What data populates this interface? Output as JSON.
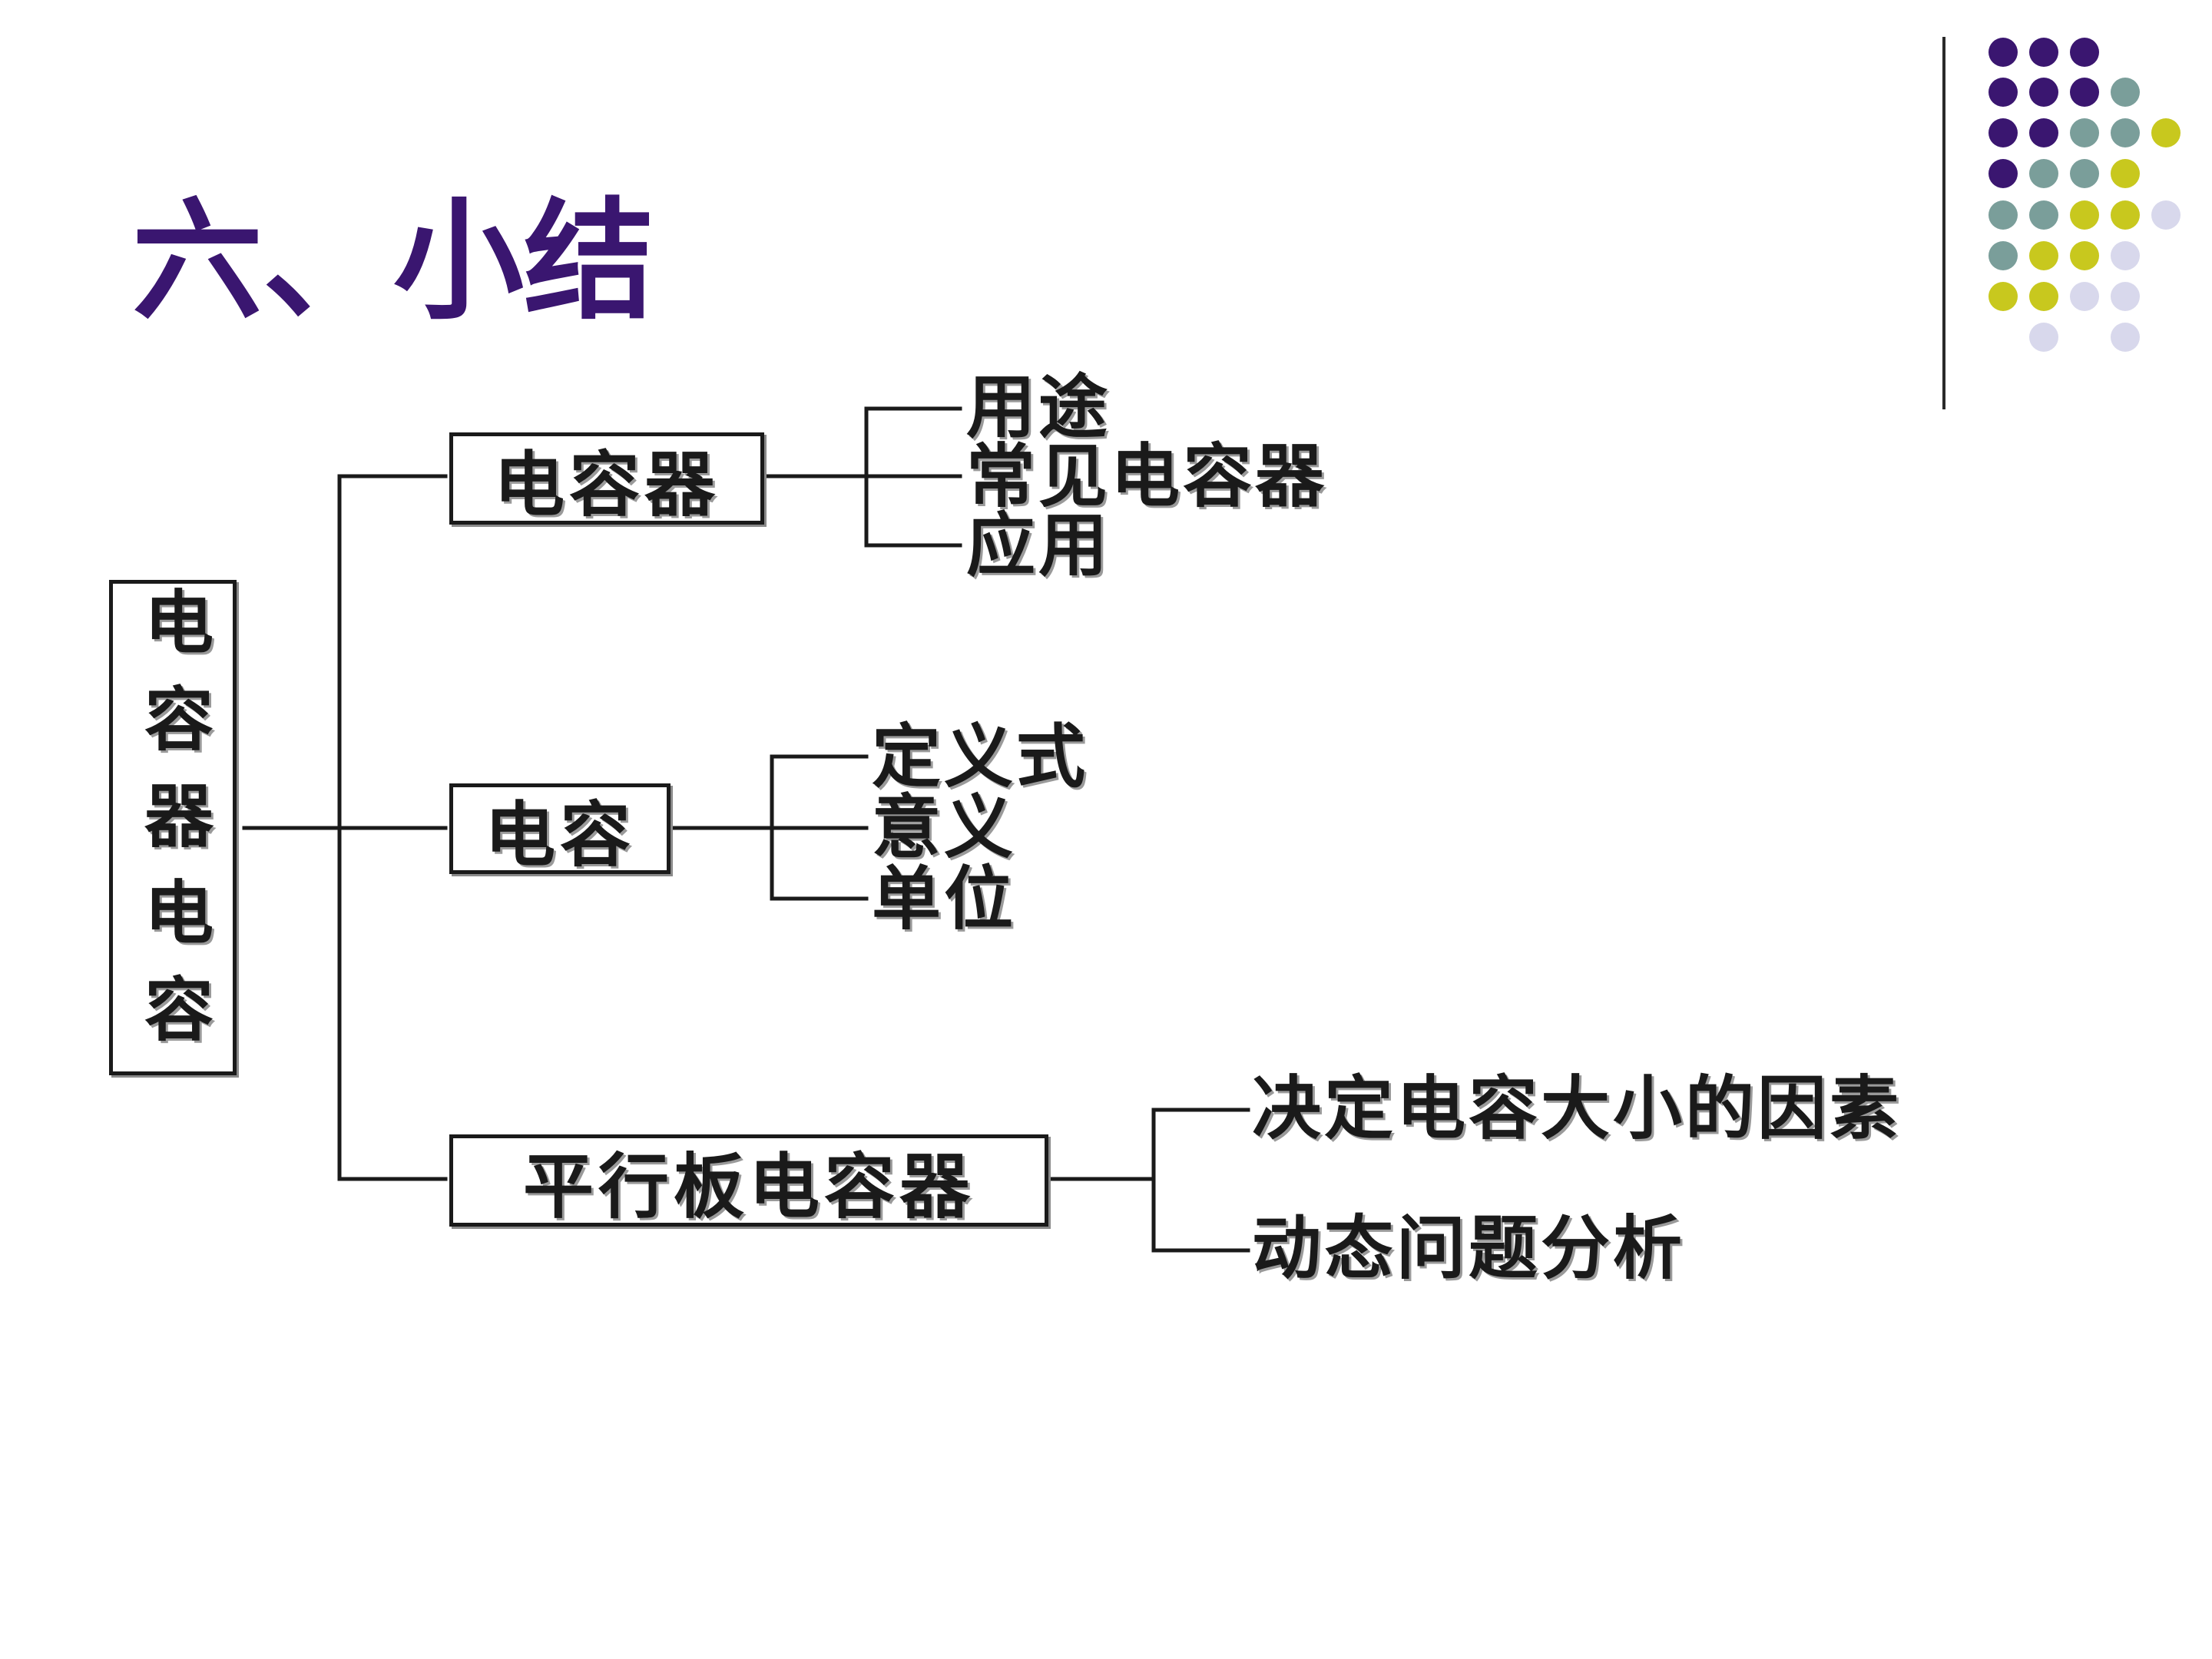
{
  "slide": {
    "title": "六、小结"
  },
  "decoration": {
    "dot_colors": [
      "#3a1670",
      "#7a9e9a",
      "#c8c81e",
      "#d8d8ec"
    ]
  },
  "diagram": {
    "root": "电容器电容",
    "branches": [
      {
        "label": "电容器",
        "children": [
          "用途",
          "常见电容器",
          "应用"
        ]
      },
      {
        "label": "电容",
        "children": [
          "定义式",
          "意义",
          "单位"
        ]
      },
      {
        "label": "平行板电容器",
        "children": [
          "决定电容大小的因素",
          "动态问题分析"
        ]
      }
    ]
  }
}
